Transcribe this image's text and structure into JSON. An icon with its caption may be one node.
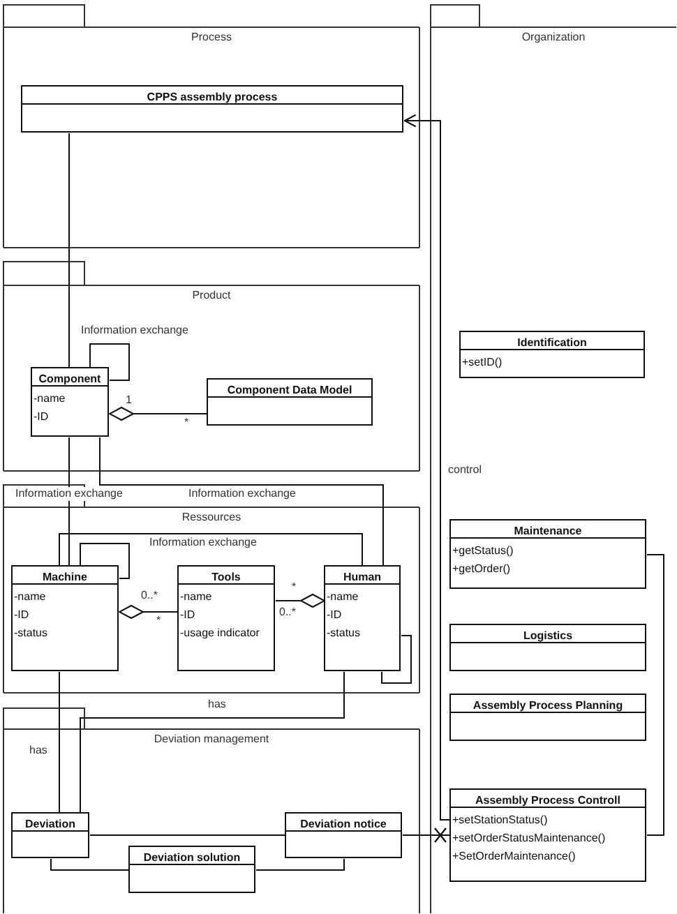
{
  "diagram": {
    "nodes": [
      {
        "text": [
          "Process"
        ]
      },
      {
        "text": [
          "CPPS assembly process"
        ],
        "in": 0
      },
      {
        "text": [
          "Organization"
        ]
      },
      {
        "text": [
          "Product"
        ]
      },
      {
        "text": [
          "Component",
          "-name",
          "-ID"
        ],
        "in": 3
      },
      {
        "text": [
          "Component Data Model"
        ],
        "in": 3
      },
      {
        "text": [
          "Identification",
          "+setID()"
        ],
        "in": 2
      },
      {
        "text": [
          "Ressources"
        ]
      },
      {
        "text": [
          "Machine",
          "-name",
          "-ID",
          "-status"
        ],
        "in": 7
      },
      {
        "text": [
          "Tools",
          "-name",
          "-ID",
          "-usage indicator"
        ],
        "in": 7
      },
      {
        "text": [
          "Human",
          "-name",
          "-ID",
          "-status"
        ],
        "in": 7
      },
      {
        "text": [
          "Maintenance",
          "+getStatus()",
          "+getOrder()"
        ],
        "in": 2
      },
      {
        "text": [
          "Logistics"
        ],
        "in": 2
      },
      {
        "text": [
          "Assembly Process Planning"
        ],
        "in": 2
      },
      {
        "text": [
          "Deviation management"
        ]
      },
      {
        "text": [
          "Deviation"
        ],
        "in": 14
      },
      {
        "text": [
          "Deviation notice"
        ],
        "in": 14
      },
      {
        "text": [
          "Deviation solution"
        ],
        "in": 14
      },
      {
        "text": [
          "Assembly Process Controll",
          "+setStationStatus()",
          "+setOrderStatusMaintenance()",
          "+SetOrderMaintenance()"
        ],
        "in": 2
      }
    ],
    "edges": [
      {
        "from": 1,
        "to": 4,
        "arrow": "none"
      },
      {
        "from": 4,
        "to": 4,
        "arrow": "none",
        "label": "Information exchange"
      },
      {
        "from": 4,
        "to": 5,
        "arrow": "other"
      },
      {
        "from": 4,
        "to": 8,
        "arrow": "none",
        "label": "Information exchange"
      },
      {
        "from": 4,
        "to": 10,
        "arrow": "none",
        "label": "Information exchange"
      },
      {
        "from": 8,
        "to": 10,
        "arrow": "none",
        "label": "Information exchange"
      },
      {
        "from": 8,
        "to": 8,
        "arrow": "none"
      },
      {
        "from": 8,
        "to": 9,
        "arrow": "other"
      },
      {
        "from": 10,
        "to": 9,
        "arrow": "other"
      },
      {
        "from": 10,
        "to": 10,
        "arrow": "none"
      },
      {
        "from": 10,
        "to": 15,
        "arrow": "none",
        "label": "has"
      },
      {
        "from": 8,
        "to": 15,
        "arrow": "none",
        "label": "has"
      },
      {
        "from": 15,
        "to": 16,
        "arrow": "none"
      },
      {
        "from": 15,
        "to": 17,
        "arrow": "none"
      },
      {
        "from": 17,
        "to": 16,
        "arrow": "none"
      },
      {
        "from": 18,
        "to": 16,
        "arrow": "other"
      },
      {
        "from": 18,
        "to": 1,
        "arrow": "to",
        "label": "control"
      },
      {
        "from": 11,
        "to": 18,
        "arrow": "none"
      }
    ],
    "labels": [
      "1",
      "*",
      "0..*",
      "*",
      "*",
      "0..*"
    ]
  }
}
